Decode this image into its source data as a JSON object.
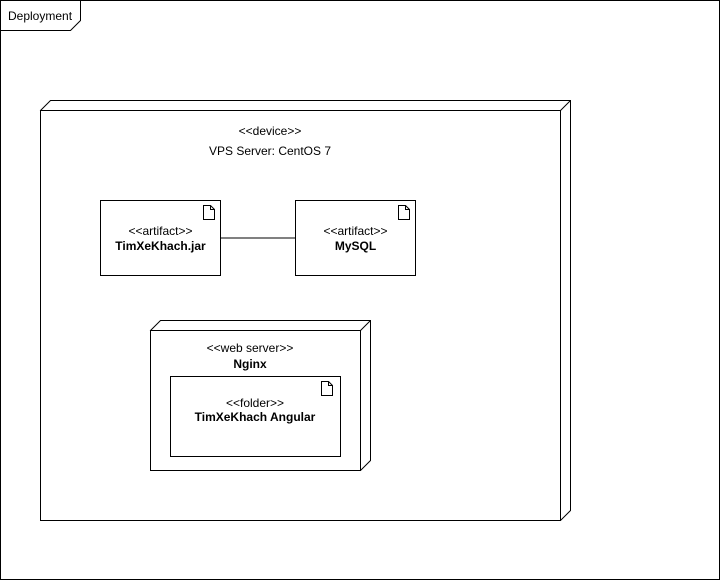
{
  "frame": {
    "label": "Deployment"
  },
  "device": {
    "stereotype": "<<device>>",
    "name": "VPS Server: CentOS 7"
  },
  "artifacts": [
    {
      "stereotype": "<<artifact>>",
      "name": "TimXeKhach.jar"
    },
    {
      "stereotype": "<<artifact>>",
      "name": "MySQL"
    }
  ],
  "web_server": {
    "stereotype": "<<web server>>",
    "name": "Nginx",
    "folder": {
      "stereotype": "<<folder>>",
      "name": "TimXeKhach Angular"
    }
  },
  "colors": {
    "stroke": "#000000",
    "fill": "#ffffff"
  }
}
